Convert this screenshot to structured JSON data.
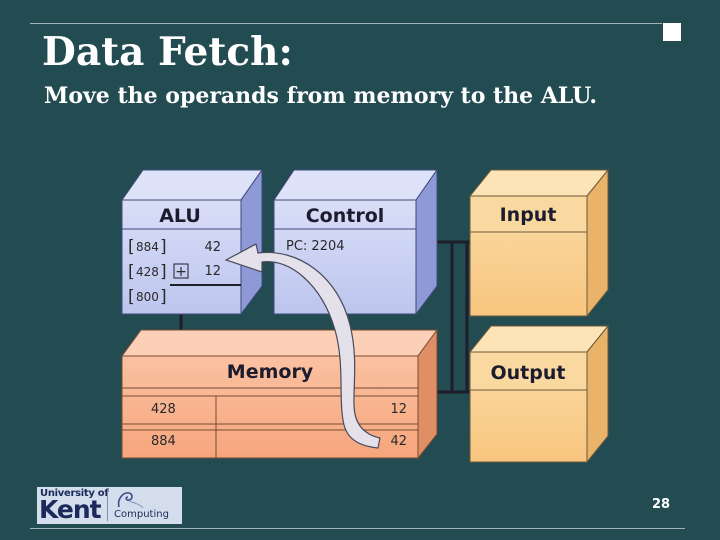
{
  "slide": {
    "title": "Data Fetch:",
    "subtitle": "Move the operands from memory to the ALU.",
    "page_number": "28"
  },
  "logo": {
    "line1": "University of",
    "line2": "Kent",
    "line3": "Computing"
  },
  "diagram": {
    "alu": {
      "title": "ALU",
      "registers": [
        {
          "label": "884",
          "value": "42"
        },
        {
          "label": "428",
          "value": "12"
        },
        {
          "label": "800",
          "value": ""
        }
      ],
      "operator": "+"
    },
    "control": {
      "title": "Control",
      "pc": "PC: 2204"
    },
    "input": {
      "title": "Input"
    },
    "output": {
      "title": "Output"
    },
    "memory": {
      "title": "Memory",
      "rows": [
        {
          "address": "428",
          "value": "12"
        },
        {
          "address": "884",
          "value": "42"
        }
      ]
    }
  },
  "colors": {
    "background": "#234b52",
    "alu_fill": "#c5cdf0",
    "memory_fill": "#f7b08c",
    "io_fill": "#f9cf8f",
    "arrow_fill": "#e4e1ea"
  }
}
